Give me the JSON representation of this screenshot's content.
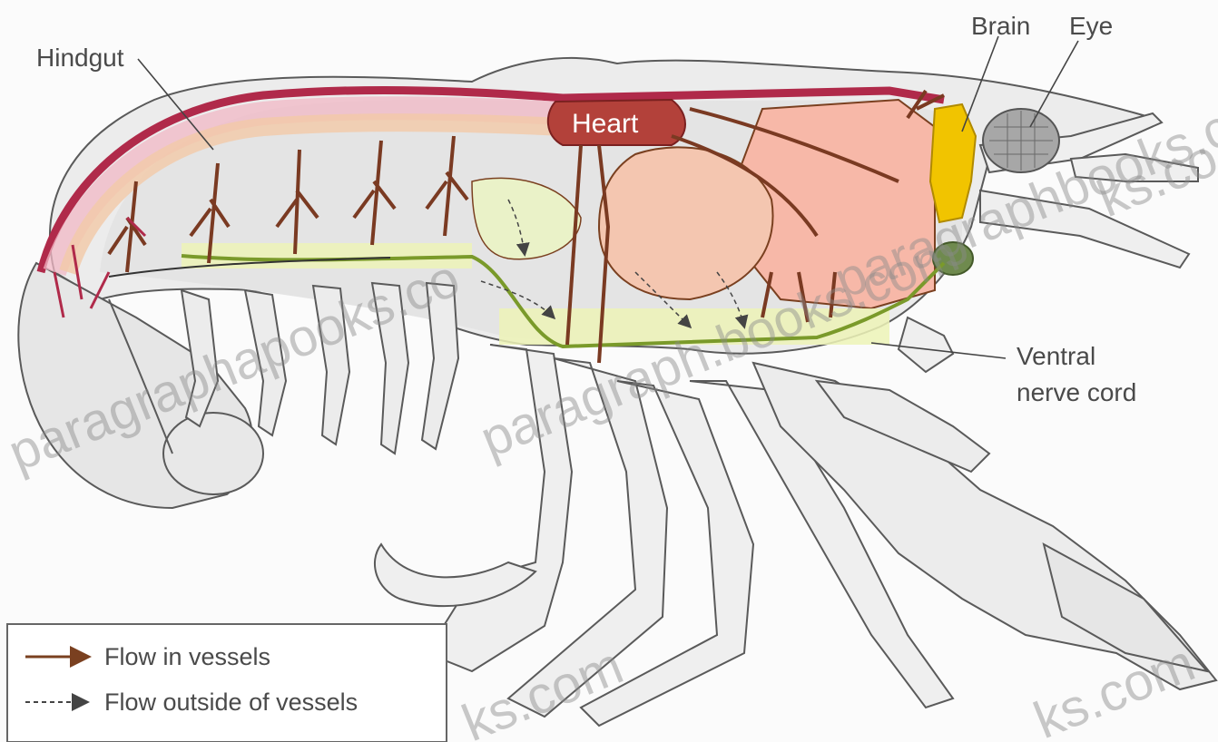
{
  "diagram": {
    "labels": {
      "hindgut": "Hindgut",
      "brain": "Brain",
      "eye": "Eye",
      "heart": "Heart",
      "ventral_line1": "Ventral",
      "ventral_line2": "nerve cord"
    },
    "legend": {
      "vessels": "Flow in vessels",
      "outside": "Flow outside of vessels"
    },
    "watermark": {
      "w1": "paragraphapooks.co",
      "w2": "paragraph.books.com",
      "w3": "paragraphbooks.com",
      "w4": "ks.com",
      "w5": "ks.com",
      "w6": "ks.co"
    }
  }
}
